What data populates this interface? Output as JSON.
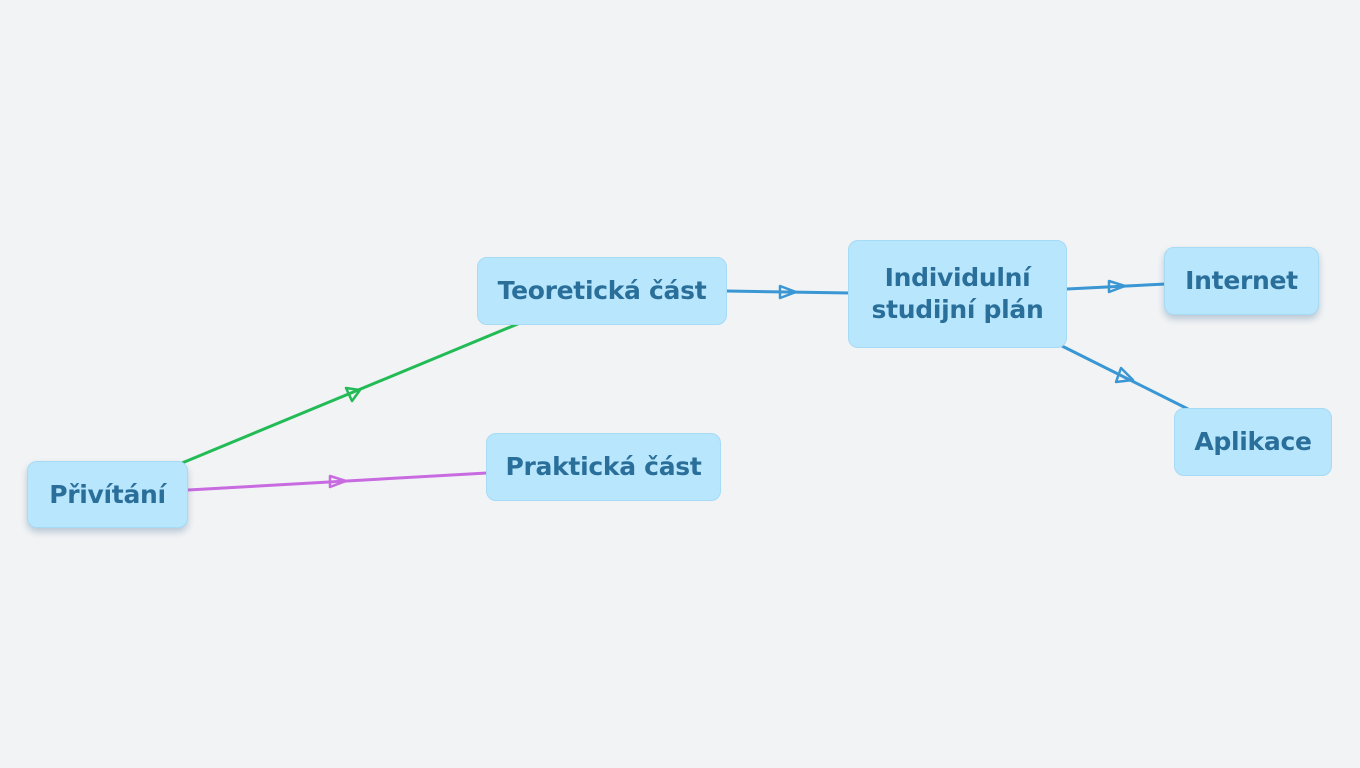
{
  "nodes": {
    "privitani": {
      "label": "Přivítání"
    },
    "teoreticka": {
      "label": "Teoretická část"
    },
    "prakticka": {
      "label": "Praktická část"
    },
    "isp": {
      "label_line1": "Individulní",
      "label_line2": "studijní plán"
    },
    "internet": {
      "label": "Internet"
    },
    "aplikace": {
      "label": "Aplikace"
    }
  },
  "colors": {
    "node_fill": "#b8e6fd",
    "node_text": "#2a6f9a",
    "edge_green": "#22bb55",
    "edge_purple": "#c86be0",
    "edge_blue": "#3a97d4",
    "background": "#f1f3f5"
  }
}
